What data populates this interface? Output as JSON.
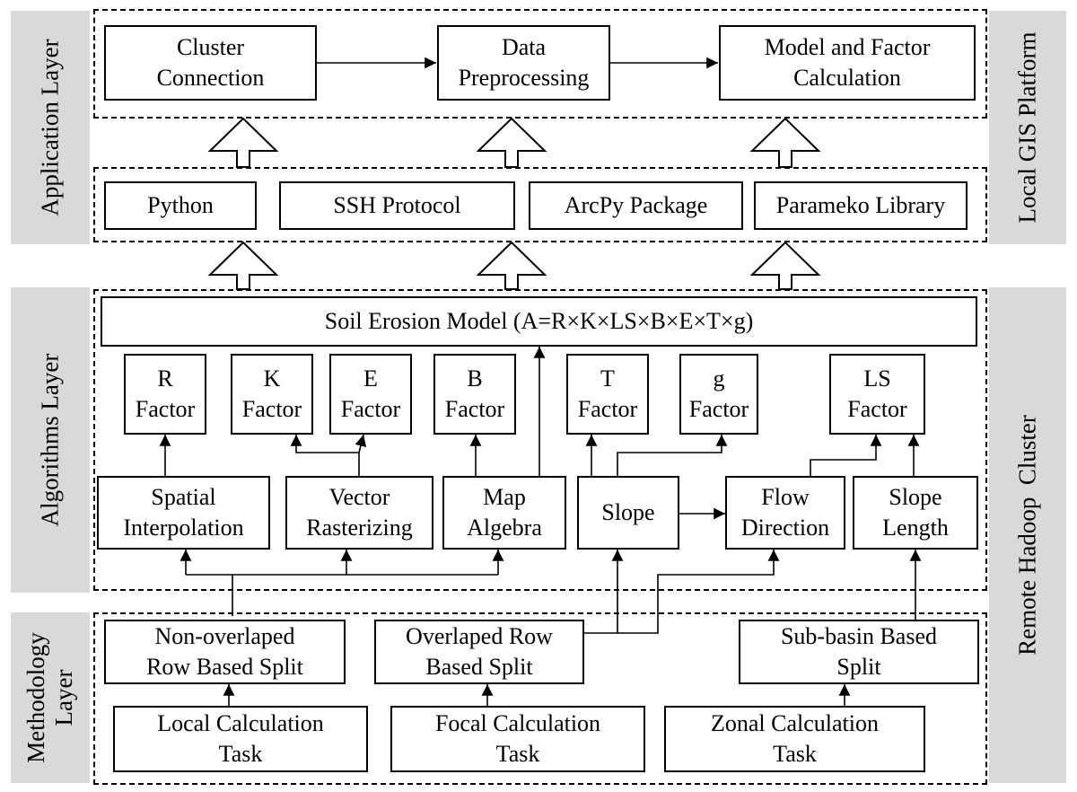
{
  "side_labels": {
    "application_layer": "Application Layer",
    "algorithms_layer": "Algorithms Layer",
    "methodology_layer": "Methodology\nLayer",
    "local_gis_platform": "Local GIS Platform",
    "remote_hadoop_cluster": "Remote Hadoop  Cluster"
  },
  "application": {
    "cluster_connection": "Cluster\nConnection",
    "data_preprocessing": "Data\nPreprocessing",
    "model_factor_calc": "Model and Factor\nCalculation"
  },
  "tools": {
    "python": "Python",
    "ssh": "SSH Protocol",
    "arcpy": "ArcPy Package",
    "parameko": "Parameko Library"
  },
  "algorithms": {
    "model": "Soil Erosion Model (A=R×K×LS×B×E×T×g)",
    "r_factor": "R\nFactor",
    "k_factor": "K\nFactor",
    "e_factor": "E\nFactor",
    "b_factor": "B\nFactor",
    "t_factor": "T\nFactor",
    "g_factor": "g\nFactor",
    "ls_factor": "LS\nFactor",
    "spatial_interpolation": "Spatial\nInterpolation",
    "vector_rasterizing": "Vector\nRasterizing",
    "map_algebra": "Map\nAlgebra",
    "slope": "Slope",
    "flow_direction": "Flow\nDirection",
    "slope_length": "Slope\nLength"
  },
  "methodology": {
    "non_overlaped": "Non-overlaped\nRow Based Split",
    "overlaped": "Overlaped Row\nBased Split",
    "sub_basin": "Sub-basin Based\nSplit",
    "local_task": "Local Calculation\nTask",
    "focal_task": "Focal Calculation\nTask",
    "zonal_task": "Zonal Calculation\nTask"
  }
}
